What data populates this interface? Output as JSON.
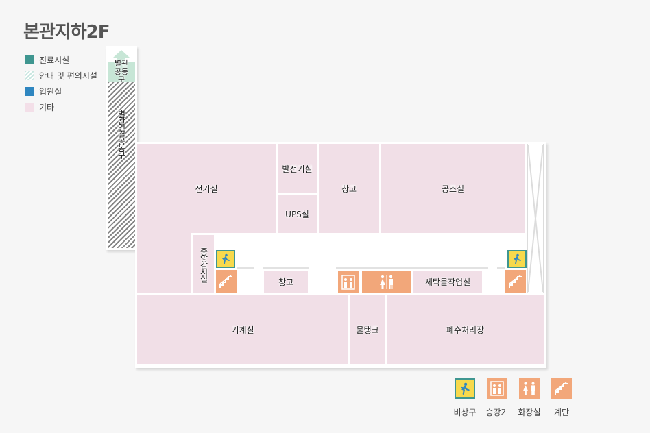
{
  "title": "본관지하2F",
  "legend": [
    {
      "label": "진료시설",
      "swatch": "teal",
      "color": "#3f9690"
    },
    {
      "label": "안내 및 편의시설",
      "swatch": "hatch",
      "color": "#c9e6e0"
    },
    {
      "label": "입원실",
      "swatch": "blue",
      "color": "#2f86c0"
    },
    {
      "label": "기타",
      "swatch": "pink",
      "color": "#f3dfe8"
    }
  ],
  "rooms": {
    "annex_passage": "별관 공동구",
    "annex_corridor": "별관연결공동구",
    "electric_room": "전기실",
    "generator_room": "발전기실",
    "ups_room": "UPS실",
    "storage_top": "창고",
    "air_room": "공조실",
    "central_monitor": "중앙감시실",
    "storage_mid": "창고",
    "laundry": "세탁물작업실",
    "machine_room": "기계실",
    "water_tank": "물탱크",
    "wastewater": "폐수처리장"
  },
  "icon_legend": [
    {
      "label": "비상구",
      "icon": "emergency-exit-icon"
    },
    {
      "label": "승강기",
      "icon": "elevator-icon"
    },
    {
      "label": "화장실",
      "icon": "restroom-icon"
    },
    {
      "label": "계단",
      "icon": "stairs-icon"
    }
  ]
}
